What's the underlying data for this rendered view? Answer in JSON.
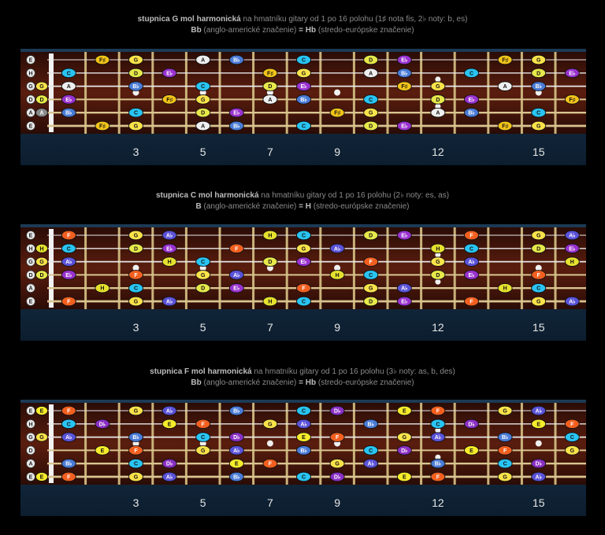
{
  "fret_markers": [
    "3",
    "5",
    "7",
    "9",
    "12",
    "15"
  ],
  "strings": [
    "E",
    "H",
    "G",
    "D",
    "A",
    "E"
  ],
  "colors": {
    "C": "#29c4f3",
    "D": "#e7e84a",
    "E": "#f7ec2b",
    "F": "#f25f1f",
    "G": "#f9e24a",
    "A": "#8a8a8a",
    "H": "#e6e12e",
    "Bb": "#4a7bd6",
    "Eb": "#9a32cf",
    "Ab": "#5b52d8",
    "Db": "#8b2fc4",
    "F#": "#f2c41a",
    "Hb": "#4a7bd6"
  },
  "scales": [
    {
      "name": "stupnica G mol harmonická",
      "rest": " na hmatníku gitary od 1 po 16 polohu (1♯ nota fis, 2♭ noty: b, es)",
      "line2_bold": "Bb",
      "line2_a": " (anglo-americké značenie) ",
      "line2_eq": "=",
      "line2_bold2": "Hb",
      "line2_b": " (stredo-európske značenie)",
      "open": {
        "0": "",
        "1": "",
        "2": "G",
        "3": "D",
        "4": "A",
        "5": ""
      },
      "notes": [
        [
          "",
          "F#",
          "G",
          "",
          "A",
          "Bb",
          "",
          "C",
          "",
          "D",
          "Eb",
          "",
          "",
          "F#",
          "G",
          ""
        ],
        [
          "C",
          "",
          "D",
          "Eb",
          "",
          "",
          "F#",
          "G",
          "",
          "A",
          "Bb",
          "",
          "C",
          "",
          "D",
          "Eb"
        ],
        [
          "A",
          "",
          "Bb",
          "",
          "C",
          "",
          "D",
          "Eb",
          "",
          "",
          "F#",
          "G",
          "",
          "A",
          "Bb",
          ""
        ],
        [
          "Eb",
          "",
          "",
          "F#",
          "G",
          "",
          "A",
          "Bb",
          "",
          "C",
          "",
          "D",
          "Eb",
          "",
          "",
          "F#"
        ],
        [
          "Bb",
          "",
          "C",
          "",
          "D",
          "Eb",
          "",
          "",
          "F#",
          "G",
          "",
          "A",
          "Bb",
          "",
          "C",
          ""
        ],
        [
          "",
          "F#",
          "G",
          "",
          "A",
          "Bb",
          "",
          "C",
          "",
          "D",
          "Eb",
          "",
          "",
          "F#",
          "G",
          ""
        ]
      ]
    },
    {
      "name": "stupnica C mol harmonická",
      "rest": " na hmatníku gitary od 1 po 16 polohu (2♭ noty: es, as)",
      "line2_bold": "B",
      "line2_a": " (anglo-americké značenie) ",
      "line2_eq": "=",
      "line2_bold2": "H",
      "line2_b": " (stredo-európske značenie)",
      "open": {
        "0": "",
        "1": "H",
        "2": "G",
        "3": "D",
        "4": "",
        "5": ""
      },
      "notes": [
        [
          "F",
          "",
          "G",
          "Ab",
          "",
          "",
          "H",
          "C",
          "",
          "D",
          "Eb",
          "",
          "F",
          "",
          "G",
          "Ab"
        ],
        [
          "C",
          "",
          "D",
          "Eb",
          "",
          "F",
          "",
          "G",
          "Ab",
          "",
          "",
          "H",
          "C",
          "",
          "D",
          "Eb"
        ],
        [
          "Ab",
          "",
          "",
          "H",
          "C",
          "",
          "D",
          "Eb",
          "",
          "F",
          "",
          "G",
          "Ab",
          "",
          "",
          "H"
        ],
        [
          "Eb",
          "",
          "F",
          "",
          "G",
          "Ab",
          "",
          "",
          "H",
          "C",
          "",
          "D",
          "Eb",
          "",
          "F",
          ""
        ],
        [
          "",
          "H",
          "C",
          "",
          "D",
          "Eb",
          "",
          "F",
          "",
          "G",
          "Ab",
          "",
          "",
          "H",
          "C",
          ""
        ],
        [
          "F",
          "",
          "G",
          "Ab",
          "",
          "",
          "H",
          "C",
          "",
          "D",
          "Eb",
          "",
          "F",
          "",
          "G",
          "Ab"
        ]
      ]
    },
    {
      "name": "stupnica F mol harmonická",
      "rest": " na hmatníku gitary od 1 po 16 polohu (3♭ noty: as, b, des)",
      "line2_bold": "Bb",
      "line2_a": " (anglo-americké značenie) ",
      "line2_eq": "=",
      "line2_bold2": "Hb",
      "line2_b": " (stredo-európske značenie)",
      "open": {
        "0": "E",
        "1": "",
        "2": "G",
        "3": "",
        "4": "",
        "5": "E"
      },
      "notes": [
        [
          "F",
          "",
          "G",
          "Ab",
          "",
          "Bb",
          "",
          "C",
          "Db",
          "",
          "E",
          "F",
          "",
          "G",
          "Ab",
          ""
        ],
        [
          "C",
          "Db",
          "",
          "E",
          "F",
          "",
          "G",
          "Ab",
          "",
          "Bb",
          "",
          "C",
          "Db",
          "",
          "E",
          "F"
        ],
        [
          "Ab",
          "",
          "Bb",
          "",
          "C",
          "Db",
          "",
          "E",
          "F",
          "",
          "G",
          "Ab",
          "",
          "Bb",
          "",
          "C"
        ],
        [
          "",
          "E",
          "F",
          "",
          "G",
          "Ab",
          "",
          "Bb",
          "",
          "C",
          "Db",
          "",
          "E",
          "F",
          "",
          "G"
        ],
        [
          "Bb",
          "",
          "C",
          "Db",
          "",
          "E",
          "F",
          "",
          "G",
          "Ab",
          "",
          "Bb",
          "",
          "C",
          "Db",
          ""
        ],
        [
          "F",
          "",
          "G",
          "Ab",
          "",
          "Bb",
          "",
          "C",
          "Db",
          "",
          "E",
          "F",
          "",
          "G",
          "Ab",
          ""
        ]
      ]
    }
  ]
}
